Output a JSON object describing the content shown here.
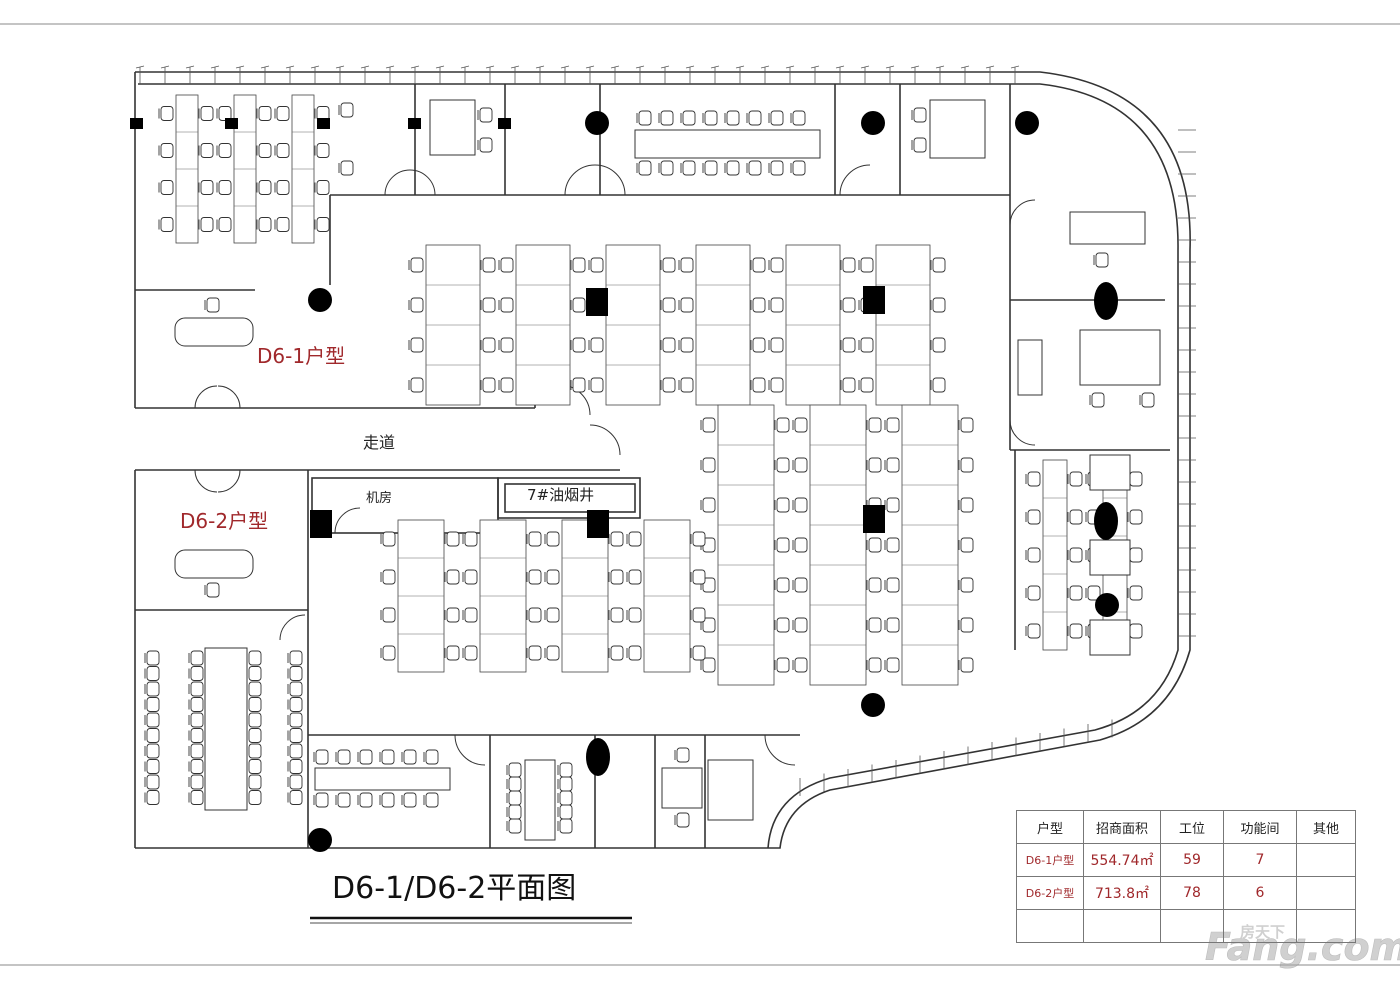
{
  "labels": {
    "unit1": "D6-1户型",
    "unit2": "D6-2户型",
    "corridor": "走道",
    "machine_room": "机房",
    "shaft": "7#油烟井",
    "title": "D6-1/D6-2平面图"
  },
  "table": {
    "headers": [
      "户型",
      "招商面积",
      "工位",
      "功能间",
      "其他"
    ],
    "rows": [
      [
        "D6-1户型",
        "554.74㎡",
        "59",
        "7",
        ""
      ],
      [
        "D6-2户型",
        "713.8㎡",
        "78",
        "6",
        ""
      ]
    ]
  },
  "watermark": "Fang.com",
  "colors": {
    "line": "#333333",
    "unit_label": "#a0282b",
    "column": "#000000"
  }
}
